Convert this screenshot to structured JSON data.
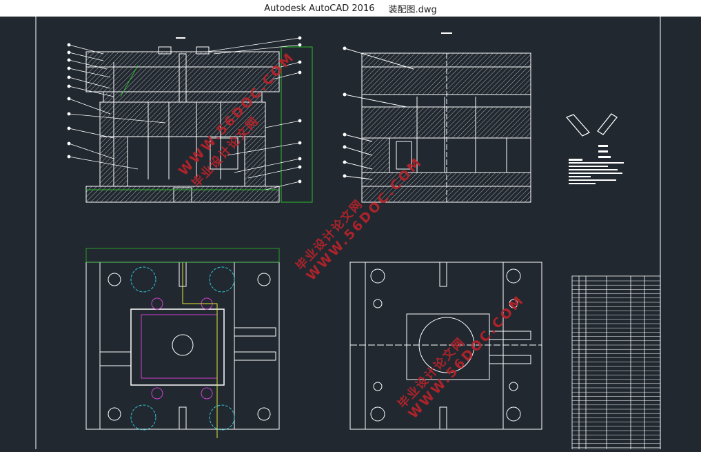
{
  "window": {
    "app_name": "Autodesk AutoCAD 2016",
    "file_name": "装配图.dwg"
  },
  "colors": {
    "background": "#212830",
    "lines": "#ffffff",
    "green": "#2dbb2d",
    "yellow": "#e8e838",
    "magenta": "#d040d0",
    "cyan": "#30c8d8",
    "watermark": "#b8232a"
  },
  "watermark": {
    "url": "WWW.56DOC.COM",
    "site_name": "毕业设计论文网"
  }
}
